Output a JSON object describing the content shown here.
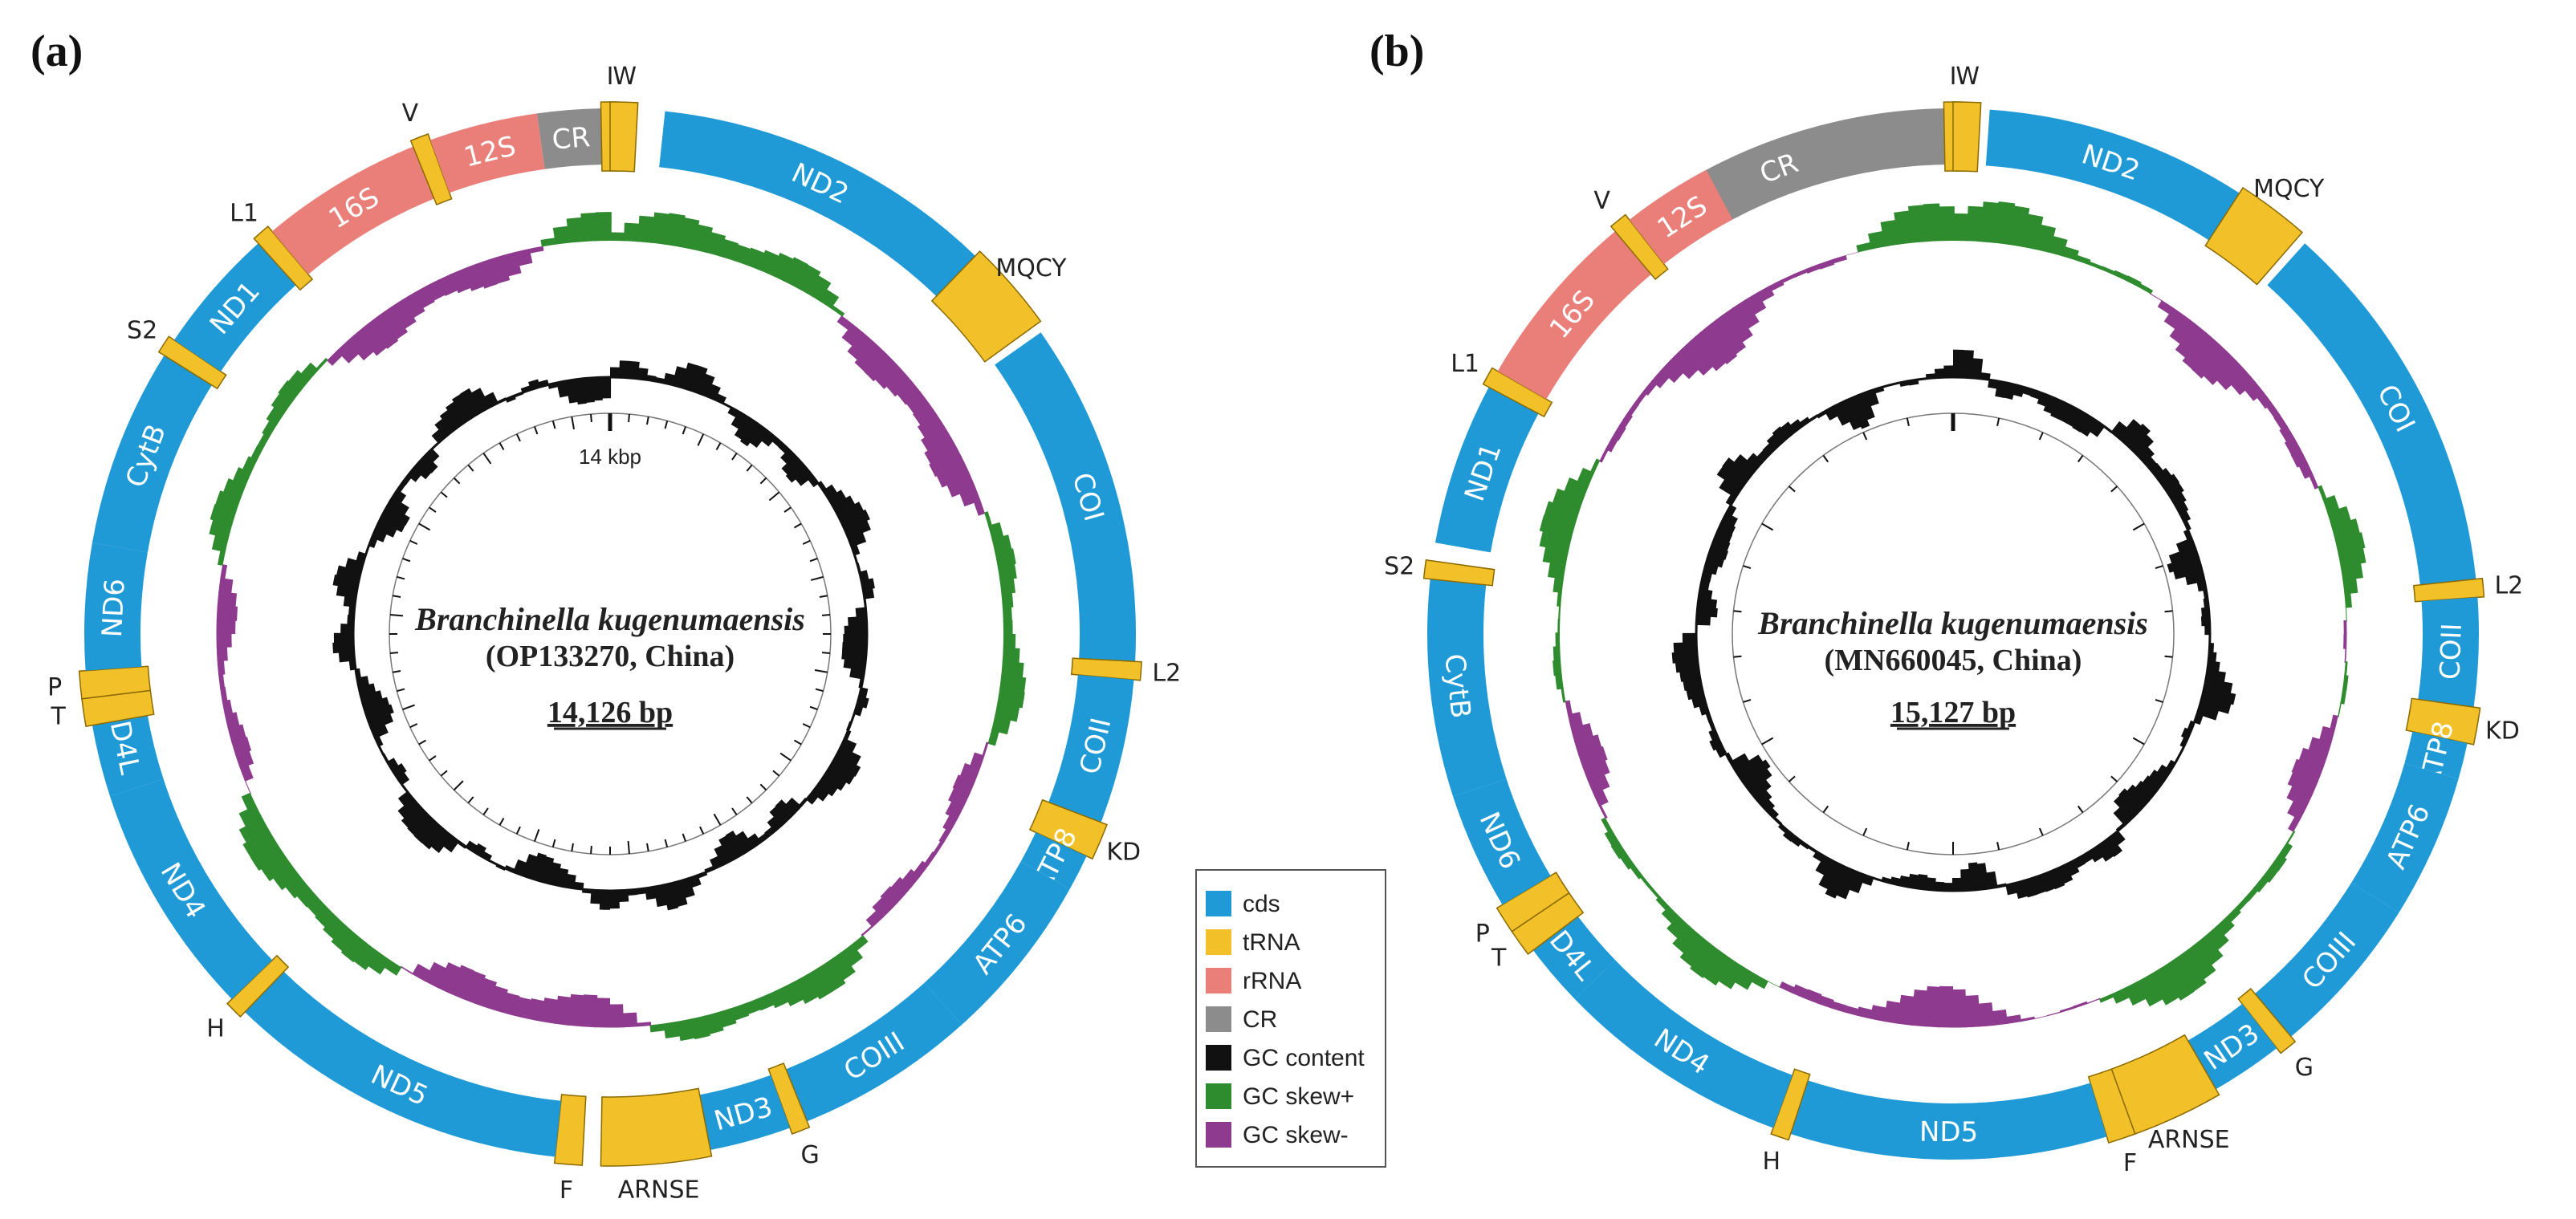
{
  "legend": {
    "items": [
      {
        "label": "cds",
        "color": "#1f9ad6"
      },
      {
        "label": "tRNA",
        "color": "#f2c028"
      },
      {
        "label": "rRNA",
        "color": "#ea7f79"
      },
      {
        "label": "CR",
        "color": "#8c8c8c"
      },
      {
        "label": "GC content",
        "color": "#111111"
      },
      {
        "label": "GC skew+",
        "color": "#2e8b2e"
      },
      {
        "label": "GC skew-",
        "color": "#8e3a8e"
      }
    ]
  },
  "panels": [
    {
      "label": "(a)",
      "species": "Branchinella kugenumaensis",
      "accession": "(OP133270, China)",
      "length": "14,126 bp",
      "scale_label": "14 kbp",
      "genes": [
        {
          "name": "CR",
          "type": "CR",
          "start": -8,
          "end": -1
        },
        {
          "name": "I",
          "type": "tRNA",
          "start": -1,
          "end": 1
        },
        {
          "name": "ND2",
          "type": "cds",
          "start": 6,
          "end": 44
        },
        {
          "name": "MQCY",
          "type": "tRNA",
          "start": 44,
          "end": 54
        },
        {
          "name": "COI",
          "type": "cds",
          "start": 55,
          "end": 93
        },
        {
          "name": "L2",
          "type": "tRNA",
          "start": 93,
          "end": 95
        },
        {
          "name": "COII",
          "type": "cds",
          "start": 95,
          "end": 111
        },
        {
          "name": "KD",
          "type": "tRNA",
          "start": 111,
          "end": 115
        },
        {
          "name": "ATP8",
          "type": "cds",
          "start": 115,
          "end": 119
        },
        {
          "name": "ATP6",
          "type": "cds",
          "start": 119,
          "end": 138
        },
        {
          "name": "COIII",
          "type": "cds",
          "start": 138,
          "end": 158
        },
        {
          "name": "G",
          "type": "tRNA",
          "start": 158,
          "end": 160
        },
        {
          "name": "ND3",
          "type": "cds",
          "start": 160,
          "end": 169
        },
        {
          "name": "ARNSE",
          "type": "tRNA",
          "start": 169,
          "end": 181
        },
        {
          "name": "F",
          "type": "tRNA",
          "start": 183,
          "end": 186
        },
        {
          "name": "ND5",
          "type": "cds",
          "start": 186,
          "end": 224
        },
        {
          "name": "H",
          "type": "tRNA",
          "start": 224,
          "end": 226
        },
        {
          "name": "ND4",
          "type": "cds",
          "start": 226,
          "end": 252
        },
        {
          "name": "ND4L",
          "type": "cds",
          "start": 252,
          "end": 264
        },
        {
          "name": "T",
          "type": "tRNA",
          "start": 260,
          "end": 263
        },
        {
          "name": "P",
          "type": "tRNA",
          "start": 263,
          "end": 266
        },
        {
          "name": "ND6",
          "type": "cds",
          "start": 266,
          "end": 280
        },
        {
          "name": "CytB",
          "type": "cds",
          "start": 280,
          "end": 302
        },
        {
          "name": "S2",
          "type": "tRNA",
          "start": 302,
          "end": 304
        },
        {
          "name": "ND1",
          "type": "cds",
          "start": 304,
          "end": 318
        },
        {
          "name": "L1",
          "type": "tRNA",
          "start": 318,
          "end": 320
        },
        {
          "name": "16S",
          "type": "rRNA",
          "start": 320,
          "end": 338
        },
        {
          "name": "V",
          "type": "tRNA",
          "start": 338,
          "end": 340
        },
        {
          "name": "12S",
          "type": "rRNA",
          "start": 340,
          "end": 352
        },
        {
          "name": "W",
          "type": "tRNA",
          "start": 0,
          "end": 3
        }
      ]
    },
    {
      "label": "(b)",
      "species": "Branchinella kugenumaensis",
      "accession": "(MN660045, China)",
      "length": "15,127 bp",
      "scale_label": "",
      "genes": [
        {
          "name": "CR",
          "type": "CR",
          "start": -40,
          "end": -1
        },
        {
          "name": "I",
          "type": "tRNA",
          "start": -1,
          "end": 1
        },
        {
          "name": "ND2",
          "type": "cds",
          "start": 4,
          "end": 33
        },
        {
          "name": "MQCY",
          "type": "tRNA",
          "start": 33,
          "end": 41
        },
        {
          "name": "COI",
          "type": "cds",
          "start": 42,
          "end": 84
        },
        {
          "name": "L2",
          "type": "tRNA",
          "start": 84,
          "end": 86
        },
        {
          "name": "COII",
          "type": "cds",
          "start": 86,
          "end": 98
        },
        {
          "name": "KD",
          "type": "tRNA",
          "start": 98,
          "end": 102
        },
        {
          "name": "ATP8",
          "type": "cds",
          "start": 102,
          "end": 106
        },
        {
          "name": "ATP6",
          "type": "cds",
          "start": 106,
          "end": 122
        },
        {
          "name": "COIII",
          "type": "cds",
          "start": 122,
          "end": 140
        },
        {
          "name": "G",
          "type": "tRNA",
          "start": 140,
          "end": 142
        },
        {
          "name": "ND3",
          "type": "cds",
          "start": 142,
          "end": 150
        },
        {
          "name": "ARNSE",
          "type": "tRNA",
          "start": 150,
          "end": 160
        },
        {
          "name": "F",
          "type": "tRNA",
          "start": 160,
          "end": 163
        },
        {
          "name": "ND5",
          "type": "cds",
          "start": 163,
          "end": 198
        },
        {
          "name": "H",
          "type": "tRNA",
          "start": 198,
          "end": 200
        },
        {
          "name": "ND4",
          "type": "cds",
          "start": 200,
          "end": 226
        },
        {
          "name": "ND4L",
          "type": "cds",
          "start": 226,
          "end": 236
        },
        {
          "name": "T",
          "type": "tRNA",
          "start": 233,
          "end": 236
        },
        {
          "name": "P",
          "type": "tRNA",
          "start": 236,
          "end": 239
        },
        {
          "name": "ND6",
          "type": "cds",
          "start": 239,
          "end": 252
        },
        {
          "name": "CytB",
          "type": "cds",
          "start": 252,
          "end": 276
        },
        {
          "name": "S2",
          "type": "tRNA",
          "start": 276,
          "end": 278
        },
        {
          "name": "ND1",
          "type": "cds",
          "start": 280,
          "end": 298
        },
        {
          "name": "L1",
          "type": "tRNA",
          "start": 298,
          "end": 300
        },
        {
          "name": "16S",
          "type": "rRNA",
          "start": 300,
          "end": 320
        },
        {
          "name": "V",
          "type": "tRNA",
          "start": 320,
          "end": 322
        },
        {
          "name": "12S",
          "type": "rRNA",
          "start": 322,
          "end": 332
        },
        {
          "name": "W",
          "type": "tRNA",
          "start": 0,
          "end": 3
        }
      ]
    }
  ]
}
